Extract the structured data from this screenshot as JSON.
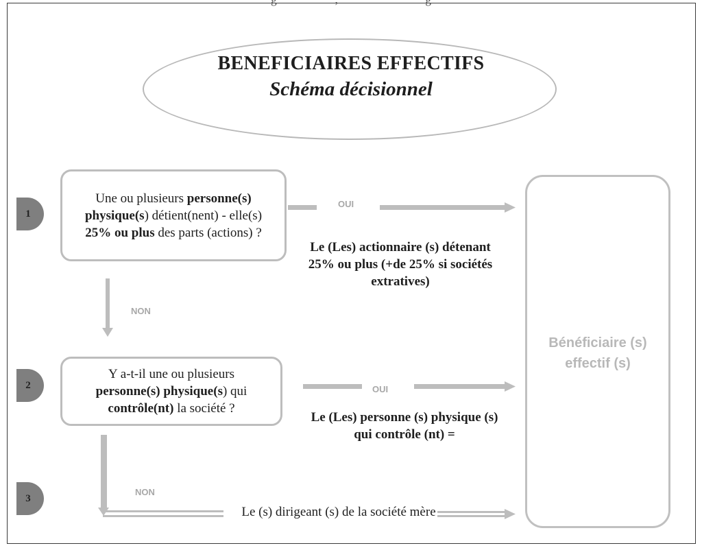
{
  "header": {
    "clipped_text": "g                    ,                              g"
  },
  "title": {
    "main": "BENEFICIAIRES EFFECTIFS",
    "subtitle": "Schéma décisionnel"
  },
  "steps": [
    "1",
    "2",
    "3"
  ],
  "question1": {
    "p1": "Une ou plusieurs ",
    "b1": "personne(s) physique(s",
    "p2": ") détient(nent) - elle(s) ",
    "b2": "25% ou plus",
    "p3": " des parts (actions) ?"
  },
  "question2": {
    "p1": "Y a-t-il une ou plusieurs ",
    "b1": "personne(s) physique(s",
    "p2": ") qui ",
    "b2": "contrôle(nt)",
    "p3": " la société ?"
  },
  "labels": {
    "oui": "OUI",
    "non": "NON"
  },
  "result1": "Le (Les) actionnaire (s) détenant 25% ou plus  (+de 25% si sociétés extratives)",
  "result2": "Le (Les) personne (s) physique (s) qui contrôle (nt) =",
  "result3": "Le (s) dirigeant (s) de la société mère",
  "beneficiary": "Bénéficiaire (s) effectif (s)",
  "colors": {
    "arrow": "#bdbdbd",
    "box_border": "#bdbdbd",
    "step_badge": "#7f7f7f",
    "beneficiary_text": "#b8b8b8"
  }
}
